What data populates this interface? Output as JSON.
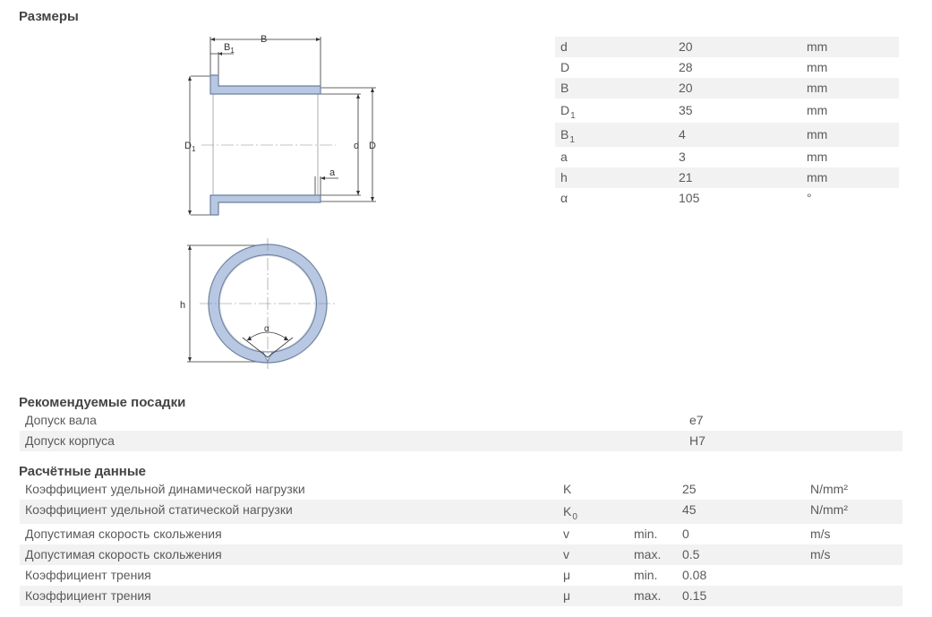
{
  "sections": {
    "dimensions": "Размеры",
    "fits": "Рекомендуемые посадки",
    "calc": "Расчётные данные"
  },
  "diagram_labels": {
    "B": "B",
    "B1_base": "B",
    "B1_sub": "1",
    "D1_base": "D",
    "D1_sub": "1",
    "d": "d",
    "D": "D",
    "a": "a",
    "h": "h",
    "alpha": "α"
  },
  "dimensions": [
    {
      "name": "d",
      "value": "20",
      "unit": "mm"
    },
    {
      "name": "D",
      "value": "28",
      "unit": "mm"
    },
    {
      "name": "B",
      "value": "20",
      "unit": "mm"
    },
    {
      "name": "D",
      "sub": "1",
      "value": "35",
      "unit": "mm"
    },
    {
      "name": "B",
      "sub": "1",
      "value": "4",
      "unit": "mm"
    },
    {
      "name": "a",
      "value": "3",
      "unit": "mm"
    },
    {
      "name": "h",
      "value": "21",
      "unit": "mm"
    },
    {
      "name": "α",
      "value": "105",
      "unit": "°"
    }
  ],
  "fits": [
    {
      "label": "Допуск вала",
      "value": "e7"
    },
    {
      "label": "Допуск корпуса",
      "value": "H7"
    }
  ],
  "calc": [
    {
      "label": "Коэффициент удельной динамической нагрузки",
      "sym": "K",
      "qual": "",
      "value": "25",
      "unit": "N/mm²"
    },
    {
      "label": "Коэффициент удельной статической нагрузки",
      "sym": "K",
      "sym_sub": "0",
      "qual": "",
      "value": "45",
      "unit": "N/mm²"
    },
    {
      "label": "Допустимая скорость скольжения",
      "sym": "v",
      "qual": "min.",
      "value": "0",
      "unit": "m/s"
    },
    {
      "label": "Допустимая скорость скольжения",
      "sym": "v",
      "qual": "max.",
      "value": "0.5",
      "unit": "m/s"
    },
    {
      "label": "Коэффициент трения",
      "sym": "μ",
      "qual": "min.",
      "value": "0.08",
      "unit": ""
    },
    {
      "label": "Коэффициент трения",
      "sym": "μ",
      "qual": "max.",
      "value": "0.15",
      "unit": ""
    }
  ],
  "colors": {
    "part_fill": "#b8c8e2",
    "part_stroke": "#6b7f9f",
    "row_alt": "#f2f2f2",
    "text": "#5a5a5a"
  }
}
